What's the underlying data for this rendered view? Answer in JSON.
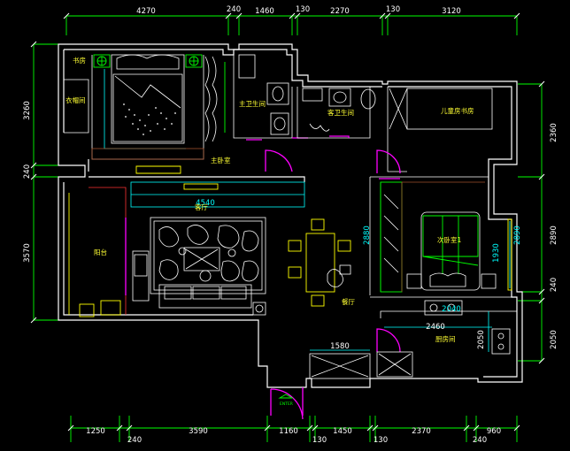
{
  "dimensions": {
    "top": [
      "4270",
      "240",
      "1460",
      "130",
      "2270",
      "130",
      "3120"
    ],
    "bottom": [
      "1250",
      "240",
      "3590",
      "1160",
      "130",
      "1450",
      "130",
      "2370",
      "240",
      "960"
    ],
    "left": [
      "3260",
      "240",
      "3570"
    ],
    "right": [
      "2360",
      "2890",
      "240",
      "2050"
    ],
    "interior": {
      "living_width": "4540",
      "bed2_height": "2880",
      "bed2_right": "2890",
      "bed2_inner": "1930",
      "kitchen_top": "2040",
      "kitchen_width": "2460",
      "kitchen_height": "2050",
      "hall_width": "1580"
    }
  },
  "rooms": {
    "study": "书房",
    "cloakroom": "衣帽间",
    "master_bedroom": "主卧室",
    "master_bath": "主卫生间",
    "guest_bath": "客卫生间",
    "kids_room": "儿童房书房",
    "secondary_bedroom": "次卧室1",
    "living_room": "客厅",
    "balcony": "阳台",
    "dining_room": "餐厅",
    "kitchen": "厨房间"
  },
  "entry_label": "ENTER",
  "colors": {
    "background": "#000000",
    "dimension_lines": "#00ff00",
    "room_labels": "#ffff33",
    "walls": "#ffffff",
    "doors": "#ff00ff",
    "cyan_marks": "#00ffff"
  }
}
